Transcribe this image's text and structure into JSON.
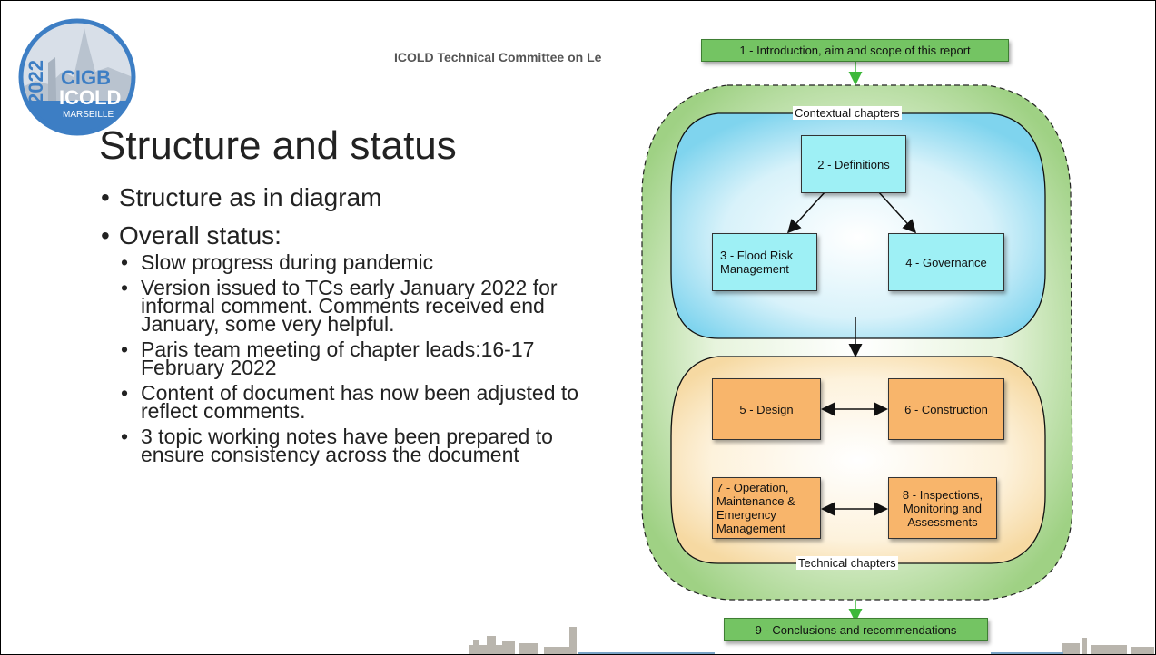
{
  "logo": {
    "year": "2022",
    "line1": "CIGB",
    "line2": "ICOLD",
    "city": "MARSEILLE"
  },
  "header": {
    "committee": "ICOLD Technical Committee on Le"
  },
  "slide": {
    "title": "Structure and status",
    "bullets": [
      "Structure as in diagram",
      "Overall status:"
    ],
    "sub_bullets": [
      "Slow progress during pandemic",
      "Version issued to TCs early January 2022 for informal comment. Comments received end January, some very helpful.",
      "Paris team meeting of chapter leads:16-17 February 2022",
      "Content of document has now been adjusted to reflect comments.",
      "3 topic working notes have been prepared to ensure consistency across the document"
    ]
  },
  "diagram": {
    "top_box": "1 - Introduction, aim and scope of this report",
    "contextual_label": "Contextual chapters",
    "technical_label": "Technical chapters",
    "definitions": "2 - Definitions",
    "flood_risk": "3 - Flood Risk Management",
    "governance": "4 - Governance",
    "design": "5 - Design",
    "construction": "6 - Construction",
    "operation": "7 - Operation, Maintenance & Emergency Management",
    "inspections": "8 - Inspections, Monitoring and Assessments",
    "bottom_box": "9 - Conclusions and recommendations"
  },
  "colors": {
    "green_box": "#74c463",
    "green_region": "#a8d98f",
    "cyan_box": "#9ef0f5",
    "orange_box": "#f8b56b",
    "logo_blue": "#3d7ec4"
  }
}
